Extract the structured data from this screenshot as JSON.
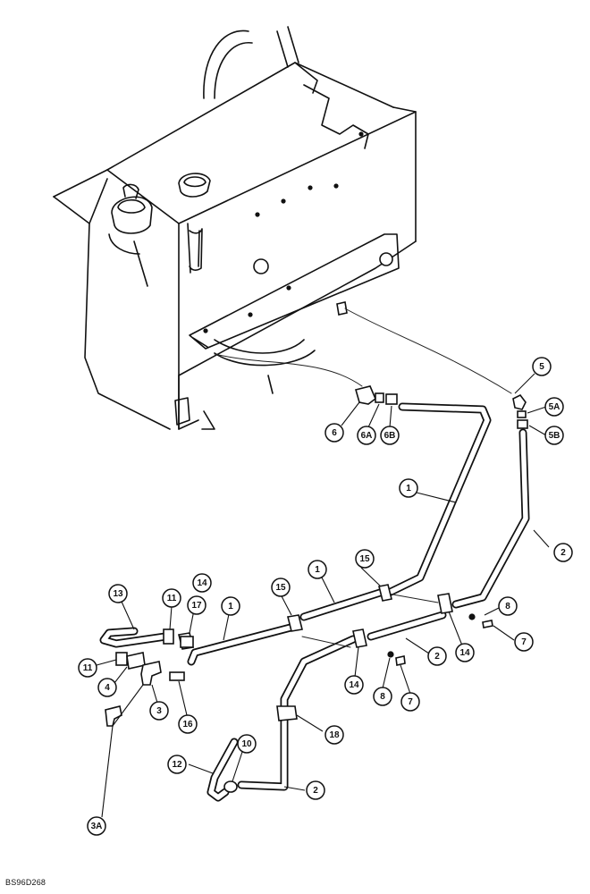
{
  "figure": {
    "reference_code": "BS96D268"
  },
  "callouts": [
    {
      "id": "c-5",
      "label": "5"
    },
    {
      "id": "c-5a",
      "label": "5A"
    },
    {
      "id": "c-5b",
      "label": "5B"
    },
    {
      "id": "c-6",
      "label": "6"
    },
    {
      "id": "c-6a",
      "label": "6A"
    },
    {
      "id": "c-6b",
      "label": "6B"
    },
    {
      "id": "c-1a",
      "label": "1"
    },
    {
      "id": "c-2a",
      "label": "2"
    },
    {
      "id": "c-8a",
      "label": "8"
    },
    {
      "id": "c-7a",
      "label": "7"
    },
    {
      "id": "c-15a",
      "label": "15"
    },
    {
      "id": "c-1b",
      "label": "1"
    },
    {
      "id": "c-15b",
      "label": "15"
    },
    {
      "id": "c-14a",
      "label": "14"
    },
    {
      "id": "c-14b",
      "label": "14"
    },
    {
      "id": "c-17",
      "label": "17"
    },
    {
      "id": "c-11a",
      "label": "11"
    },
    {
      "id": "c-13",
      "label": "13"
    },
    {
      "id": "c-1c",
      "label": "1"
    },
    {
      "id": "c-2b",
      "label": "2"
    },
    {
      "id": "c-14c",
      "label": "14"
    },
    {
      "id": "c-8b",
      "label": "8"
    },
    {
      "id": "c-7b",
      "label": "7"
    },
    {
      "id": "c-11b",
      "label": "11"
    },
    {
      "id": "c-4",
      "label": "4"
    },
    {
      "id": "c-3",
      "label": "3"
    },
    {
      "id": "c-16",
      "label": "16"
    },
    {
      "id": "c-3a",
      "label": "3A"
    },
    {
      "id": "c-18",
      "label": "18"
    },
    {
      "id": "c-12",
      "label": "12"
    },
    {
      "id": "c-10",
      "label": "10"
    },
    {
      "id": "c-2c",
      "label": "2"
    }
  ]
}
